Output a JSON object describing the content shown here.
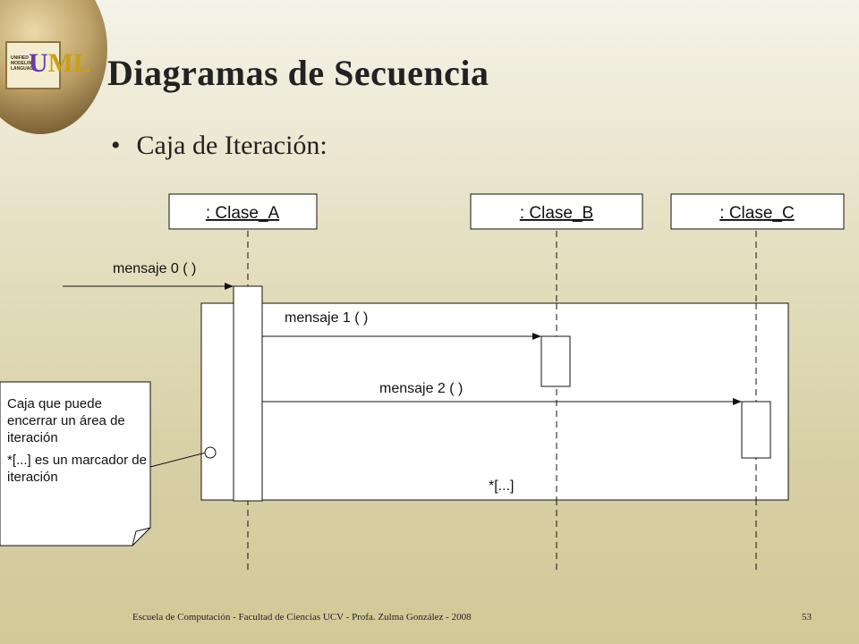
{
  "slide": {
    "title": "Diagramas de Secuencia",
    "bullet": "Caja de Iteración:",
    "footer": "Escuela de Computación - Facultad de Ciencias UCV - Profa. Zulma González - 2008",
    "page_number": "53"
  },
  "logo": {
    "text": "UNIFIED MODELING LANGUAGE",
    "mark_left": "U",
    "mark_right": "ML"
  },
  "diagram": {
    "lifelines": [
      ": Clase_A",
      ": Clase_B",
      ": Clase_C"
    ],
    "messages": [
      "mensaje 0 ( )",
      "mensaje 1 ( )",
      "mensaje 2 ( )"
    ],
    "iteration_marker": "*[...]",
    "note": {
      "line1": "Caja que puede encerrar un área de iteración",
      "line2": "*[...] es un marcador de iteración"
    }
  }
}
